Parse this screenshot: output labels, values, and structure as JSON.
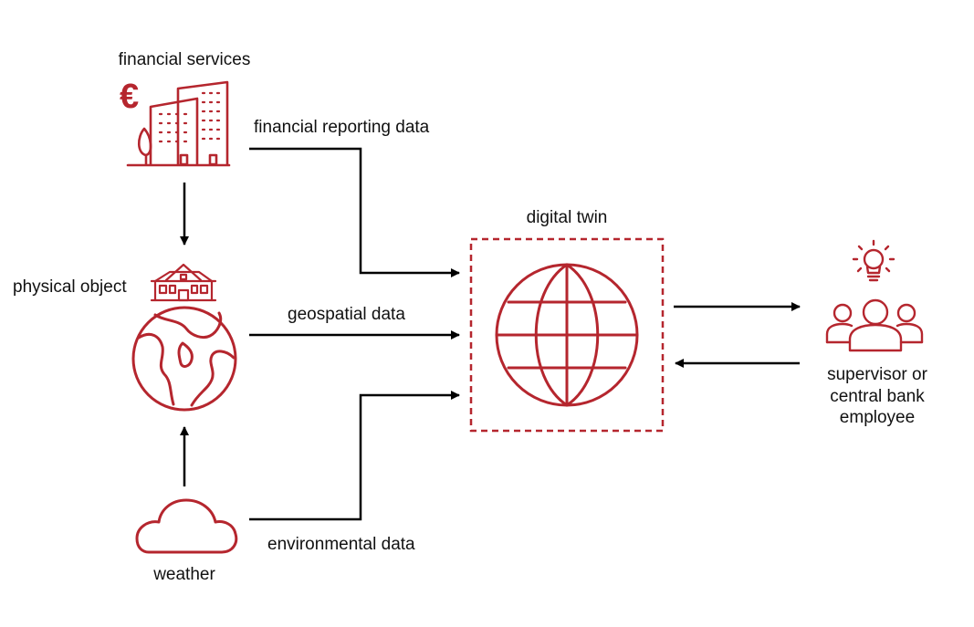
{
  "colors": {
    "accent": "#b5262e",
    "line": "#000000",
    "text": "#111111",
    "background": "#ffffff"
  },
  "labels": {
    "financial_services": "financial services",
    "financial_reporting_data": "financial reporting data",
    "physical_object": "physical object",
    "geospatial_data": "geospatial data",
    "digital_twin": "digital twin",
    "supervisor": [
      "supervisor or",
      "central bank",
      "employee"
    ],
    "environmental_data": "environmental data",
    "weather": "weather"
  },
  "icons": {
    "financial_services": "euro-buildings-icon",
    "physical_object": "house-icon",
    "earth": "earth-globe-icon",
    "digital_twin": "wireframe-globe-icon",
    "supervisor": "people-lightbulb-icon",
    "weather": "cloud-icon"
  }
}
